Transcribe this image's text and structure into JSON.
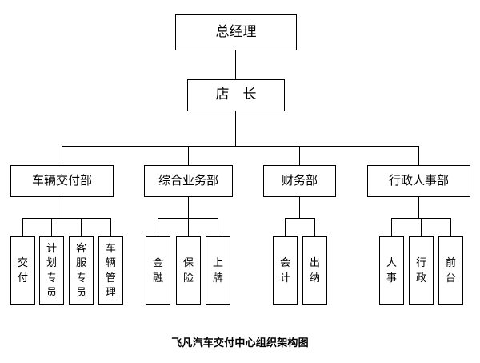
{
  "chart_data": {
    "type": "diagram",
    "diagram_type": "organization-chart",
    "title": "飞凡汽车交付中心组织架构图",
    "orientation": "top-down",
    "levels": 4,
    "nodes": [
      {
        "id": "n1",
        "label": "总经理",
        "level": 1,
        "parent": null
      },
      {
        "id": "n2",
        "label": "店　长",
        "level": 2,
        "parent": "n1"
      },
      {
        "id": "d1",
        "label": "车辆交付部",
        "level": 3,
        "parent": "n2"
      },
      {
        "id": "d2",
        "label": "综合业务部",
        "level": 3,
        "parent": "n2"
      },
      {
        "id": "d3",
        "label": "财务部",
        "level": 3,
        "parent": "n2"
      },
      {
        "id": "d4",
        "label": "行政人事部",
        "level": 3,
        "parent": "n2"
      },
      {
        "id": "l1",
        "label": "交付",
        "level": 4,
        "parent": "d1"
      },
      {
        "id": "l2",
        "label": "计划专员",
        "level": 4,
        "parent": "d1"
      },
      {
        "id": "l3",
        "label": "客服专员",
        "level": 4,
        "parent": "d1"
      },
      {
        "id": "l4",
        "label": "车辆管理",
        "level": 4,
        "parent": "d1"
      },
      {
        "id": "l5",
        "label": "金融",
        "level": 4,
        "parent": "d2"
      },
      {
        "id": "l6",
        "label": "保险",
        "level": 4,
        "parent": "d2"
      },
      {
        "id": "l7",
        "label": "上牌",
        "level": 4,
        "parent": "d2"
      },
      {
        "id": "l8",
        "label": "会计",
        "level": 4,
        "parent": "d3"
      },
      {
        "id": "l9",
        "label": "出纳",
        "level": 4,
        "parent": "d3"
      },
      {
        "id": "l10",
        "label": "人事",
        "level": 4,
        "parent": "d4"
      },
      {
        "id": "l11",
        "label": "行政",
        "level": 4,
        "parent": "d4"
      },
      {
        "id": "l12",
        "label": "前台",
        "level": 4,
        "parent": "d4"
      }
    ]
  },
  "org": {
    "general_manager": {
      "label": "总经理"
    },
    "store_manager": {
      "label": "店　长"
    },
    "departments": [
      {
        "label": "车辆交付部",
        "roles": [
          {
            "label": "交付"
          },
          {
            "label": "计划专员"
          },
          {
            "label": "客服专员"
          },
          {
            "label": "车辆管理"
          }
        ]
      },
      {
        "label": "综合业务部",
        "roles": [
          {
            "label": "金融"
          },
          {
            "label": "保险"
          },
          {
            "label": "上牌"
          }
        ]
      },
      {
        "label": "财务部",
        "roles": [
          {
            "label": "会计"
          },
          {
            "label": "出纳"
          }
        ]
      },
      {
        "label": "行政人事部",
        "roles": [
          {
            "label": "人事"
          },
          {
            "label": "行政"
          },
          {
            "label": "前台"
          }
        ]
      }
    ]
  },
  "caption": {
    "text": "飞凡汽车交付中心组织架构图"
  },
  "colors": {
    "background": "#ffffff",
    "line": "#000000",
    "text": "#000000",
    "box_fill": "#ffffff"
  }
}
